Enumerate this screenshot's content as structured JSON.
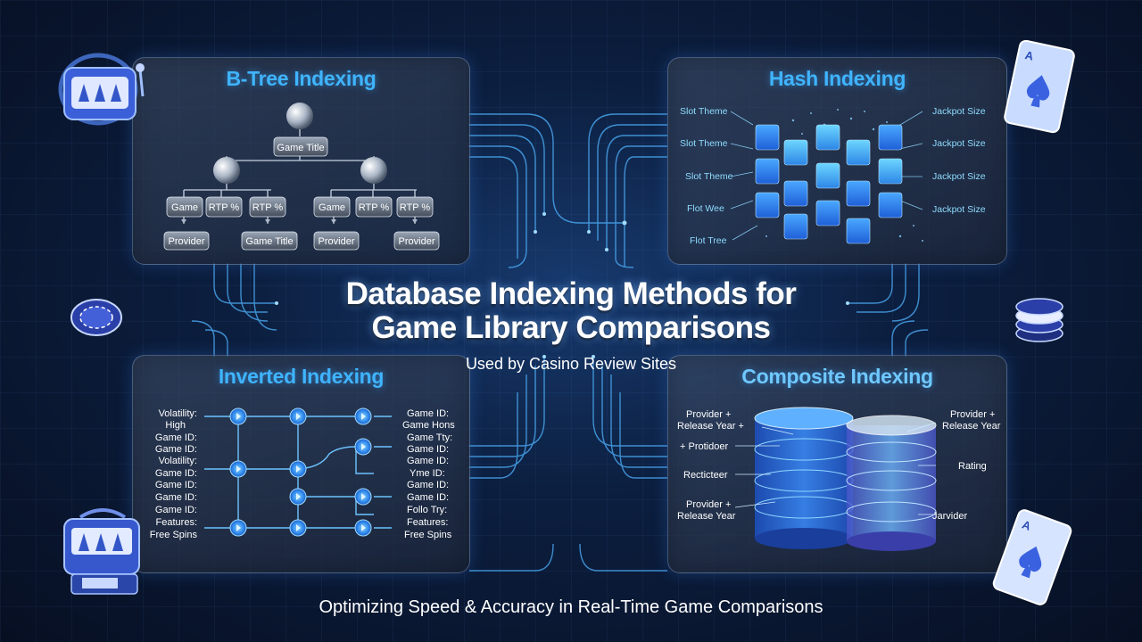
{
  "title_line1": "Database Indexing Methods for",
  "title_line2": "Game Library Comparisons",
  "subtitle": "Used by Casino Review Sites",
  "footer": "Optimizing Speed & Accuracy in Real-Time Game Comparisons",
  "btree": {
    "title": "B-Tree Indexing",
    "root": "Game Title",
    "leaves": [
      "Game",
      "RTP %",
      "RTP %",
      "Game",
      "RTP %",
      "RTP %"
    ],
    "bottom": [
      "Provider",
      "Game Title",
      "Provider",
      "Provider"
    ]
  },
  "hash": {
    "title": "Hash Indexing",
    "left": [
      "Slot Theme",
      "Slot Theme",
      "Slot Theme",
      "Flot Wee",
      "Flot Tree"
    ],
    "right": [
      "Jackpot Size",
      "Jackpot Size",
      "Jackpot Size",
      "Jackpot Size"
    ]
  },
  "inverted": {
    "title": "Inverted Indexing",
    "left": [
      "Volatility:",
      "High",
      "Game ID:",
      "Game ID:",
      "Volatility:",
      "Game ID:",
      "Game ID:",
      "Game ID:",
      "Game ID:",
      "Features:",
      "Free Spins"
    ],
    "right": [
      "Game ID:",
      "Game Hons",
      "Game Tty:",
      "Game ID:",
      "Game ID:",
      "Yme ID:",
      "Game ID:",
      "Game ID:",
      "Follo Try:",
      "Features:",
      "Free Spins"
    ]
  },
  "composite": {
    "title": "Composite Indexing",
    "left": [
      "Provider +",
      "Release Year +",
      "+ Protidoer",
      "Recticteer",
      "Provider +",
      "Release Year"
    ],
    "right": [
      "Provider +",
      "Release Year",
      "Rating",
      "Jarvider"
    ]
  },
  "colors": {
    "accent": "#3fb4ff",
    "glow": "#4fb3ff",
    "background": "#0a1730"
  }
}
